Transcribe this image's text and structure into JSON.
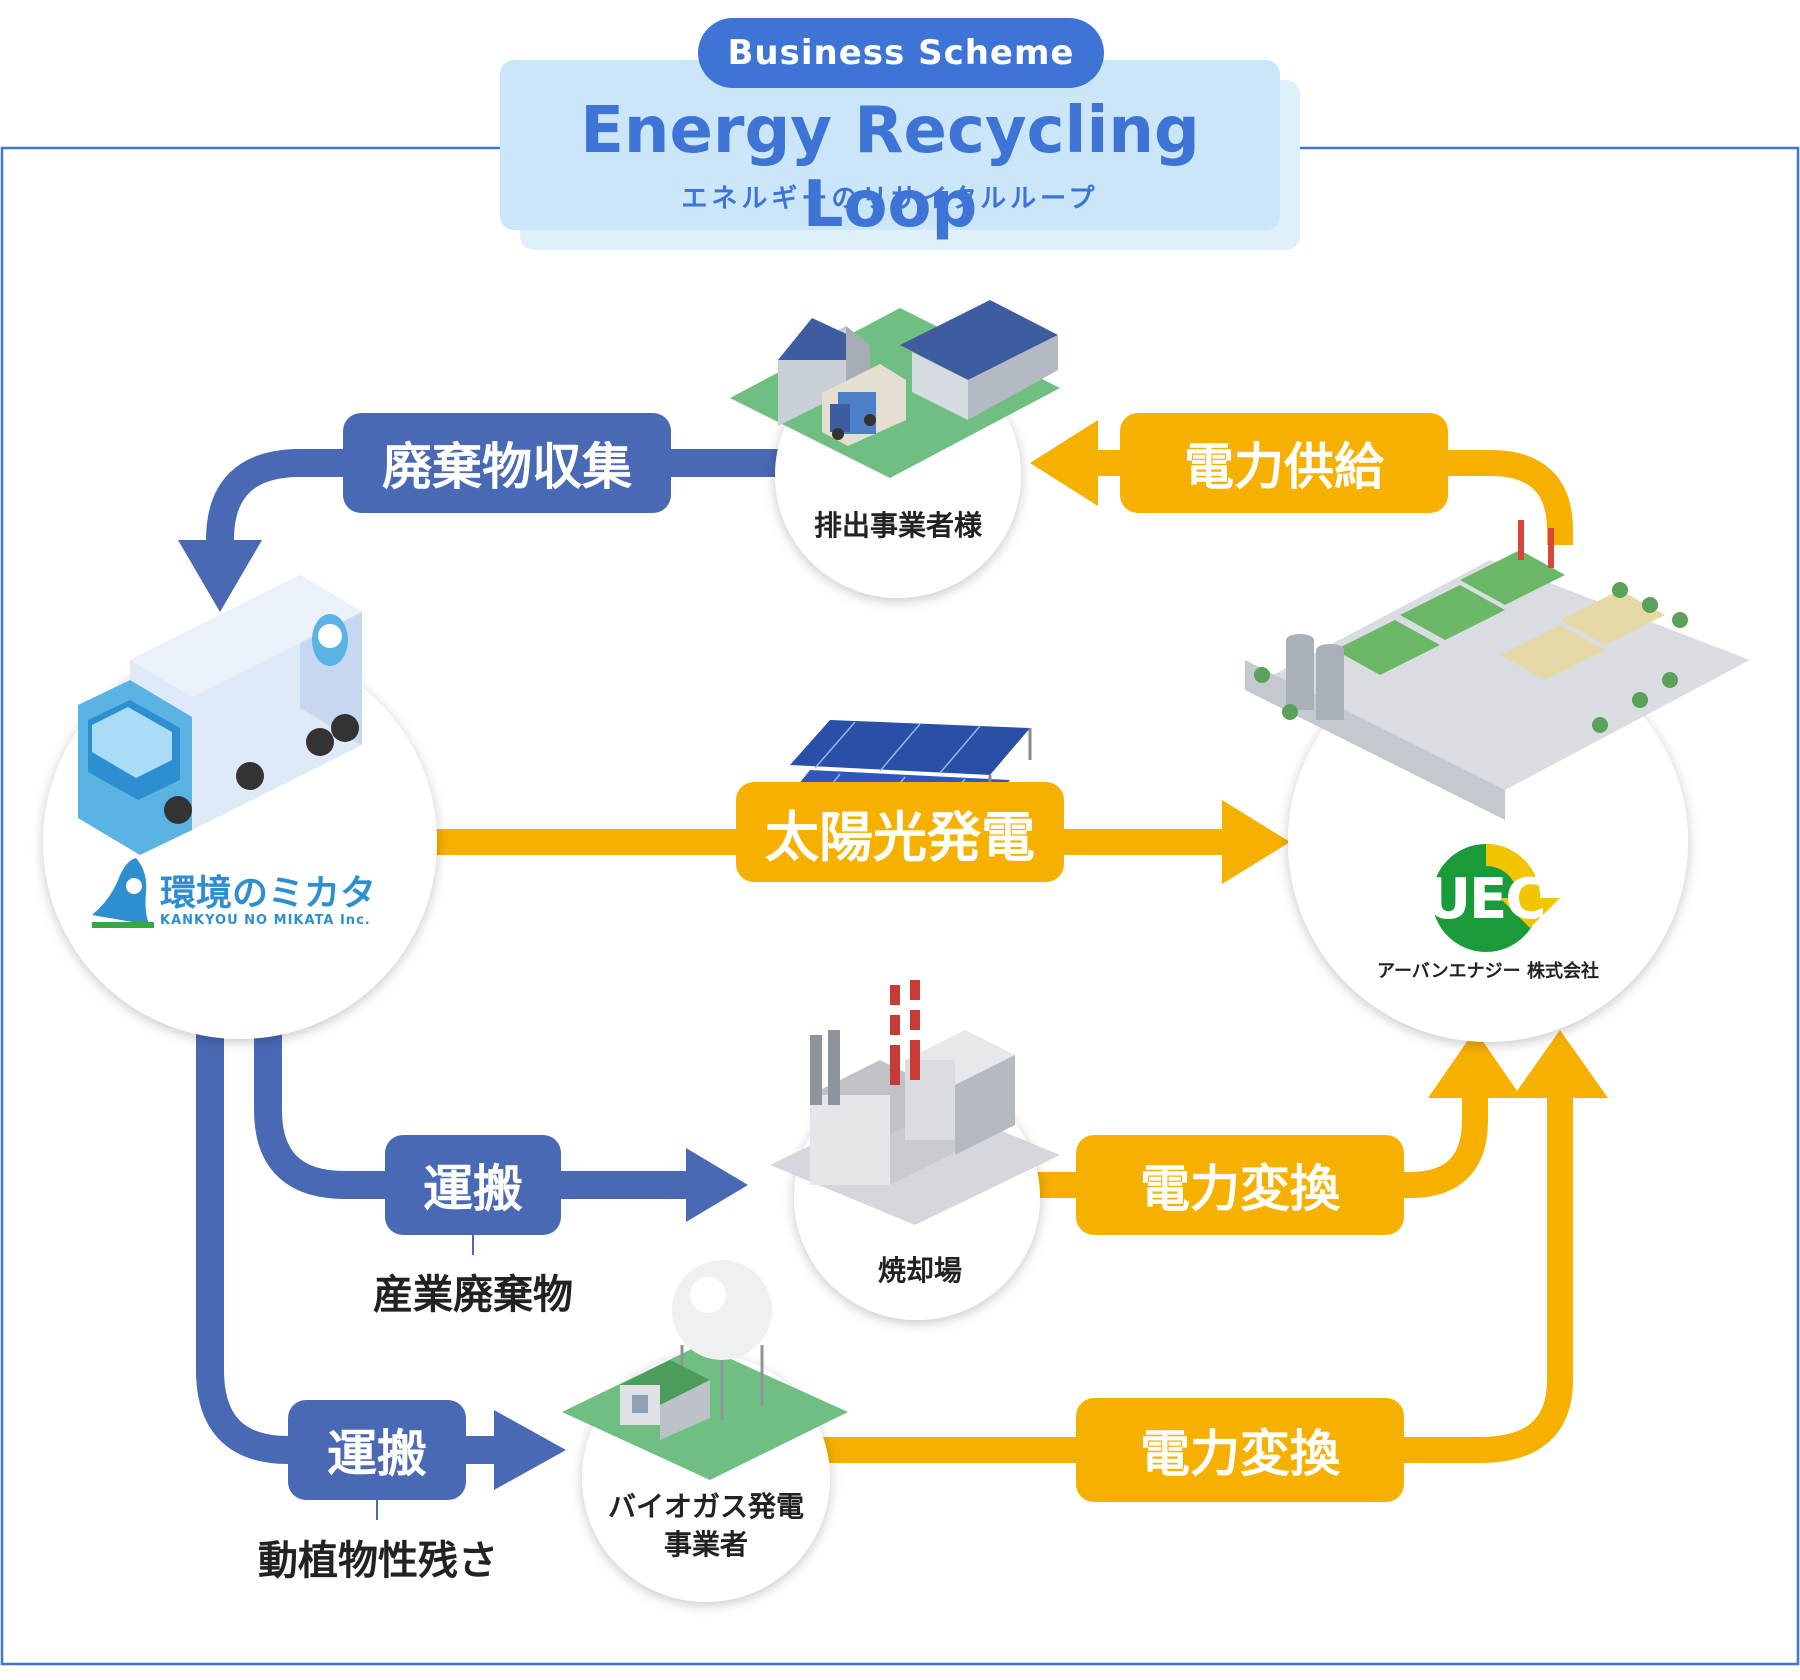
{
  "header": {
    "tag": "Business Scheme",
    "title": "Energy Recycling Loop",
    "subtitle": "エネルギーのリサイクルループ"
  },
  "nodes": {
    "discharger": "排出事業者様",
    "kankyou_name_jp": "環境のミカタ",
    "kankyou_name_en": "KANKYOU NO MIKATA Inc.",
    "uec_logo": "UEC",
    "uec_company": "アーバンエナジー 株式会社",
    "incinerator": "焼却場",
    "biogas_line1": "バイオガス発電",
    "biogas_line2": "事業者"
  },
  "flows": {
    "waste_collection": "廃棄物収集",
    "power_supply": "電力供給",
    "solar": "太陽光発電",
    "transport_1": "運搬",
    "transport_1_caption": "産業廃棄物",
    "transport_2": "運搬",
    "transport_2_caption": "動植物性残さ",
    "conversion_1": "電力変換",
    "conversion_2": "電力変換"
  },
  "colors": {
    "frame_blue": "#3e74d6",
    "flow_blue": "#4a69b5",
    "flow_orange": "#f6b000",
    "uec_green": "#1b9a3a",
    "uec_yellow": "#f2c500"
  }
}
